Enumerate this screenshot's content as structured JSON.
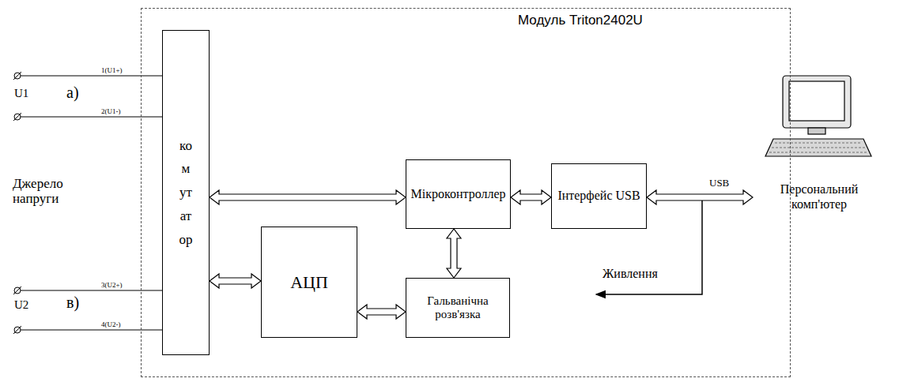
{
  "diagram": {
    "nodes": [
      {
        "text": [
          "Модуль Triton2402U"
        ]
      },
      {
        "text": [
          "комутатор"
        ],
        "in": 0
      },
      {
        "text": [
          "Мікроконтроллер"
        ],
        "in": 0
      },
      {
        "text": [
          "Інтерфейс USB"
        ],
        "in": 0
      },
      {
        "text": [
          "АЦП"
        ],
        "in": 0
      },
      {
        "text": [
          "Гальванічна розв'язка"
        ],
        "in": 0
      },
      {
        "text": [
          "Персональний комп'ютер"
        ]
      }
    ],
    "edges": [
      {
        "from": 1,
        "to": 2,
        "arrow": "both"
      },
      {
        "from": 2,
        "to": 3,
        "arrow": "both"
      },
      {
        "from": 3,
        "to": 6,
        "label": "USB",
        "arrow": "both"
      },
      {
        "from": 1,
        "to": 4,
        "arrow": "both"
      },
      {
        "from": 4,
        "to": 5,
        "arrow": "both"
      },
      {
        "from": 2,
        "to": 5,
        "arrow": "both"
      }
    ],
    "labels": [
      "1(U1+)",
      "2(U1-)",
      "3(U2+)",
      "4(U2-)",
      "U1",
      "а)",
      "Джерело напруги",
      "U2",
      "в)",
      "Живлення"
    ]
  }
}
